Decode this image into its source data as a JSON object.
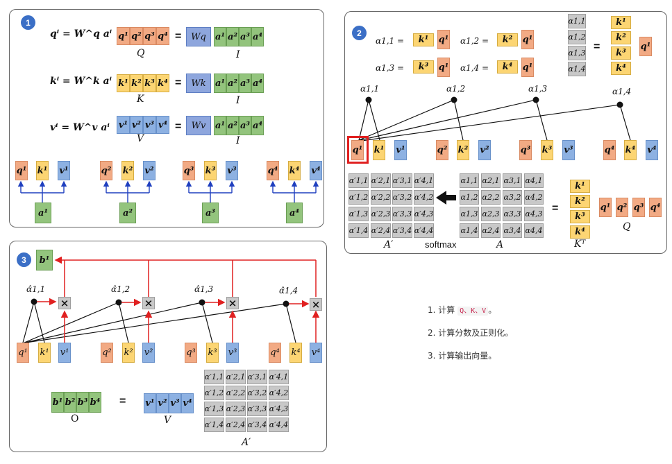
{
  "panel1": {
    "badge": "1",
    "eq_q": "qⁱ = W^q aⁱ",
    "eq_k": "kⁱ = W^k aⁱ",
    "eq_v": "vⁱ = W^v aⁱ",
    "q_row": [
      "q¹",
      "q²",
      "q³",
      "q⁴"
    ],
    "q_label": "Q",
    "k_row": [
      "k¹",
      "k²",
      "k³",
      "k⁴"
    ],
    "k_label": "K",
    "v_row": [
      "v¹",
      "v²",
      "v³",
      "v⁴"
    ],
    "v_label": "V",
    "wq": "Wq",
    "wk": "Wk",
    "wv": "Wv",
    "a_row": [
      "a¹",
      "a²",
      "a³",
      "a⁴"
    ],
    "i_label": "I",
    "equals": "=",
    "groups": [
      {
        "q": "q¹",
        "k": "k¹",
        "v": "v¹",
        "a": "a¹"
      },
      {
        "q": "q²",
        "k": "k²",
        "v": "v²",
        "a": "a²"
      },
      {
        "q": "q³",
        "k": "k³",
        "v": "v³",
        "a": "a³"
      },
      {
        "q": "q⁴",
        "k": "k⁴",
        "v": "v⁴",
        "a": "a⁴"
      }
    ]
  },
  "panel2": {
    "badge": "2",
    "scores": [
      {
        "lhs": "α1,1 =",
        "k": "k¹",
        "q": "q¹"
      },
      {
        "lhs": "α1,2 =",
        "k": "k²",
        "q": "q¹"
      },
      {
        "lhs": "α1,3 =",
        "k": "k³",
        "q": "q¹"
      },
      {
        "lhs": "α1,4 =",
        "k": "k⁴",
        "q": "q¹"
      }
    ],
    "alpha_col": [
      "α1,1",
      "α1,2",
      "α1,3",
      "α1,4"
    ],
    "k_col": [
      "k¹",
      "k²",
      "k³",
      "k⁴"
    ],
    "q_single": "q¹",
    "nodes": [
      "α1,1",
      "α1,2",
      "α1,3",
      "α1,4"
    ],
    "vectors": [
      {
        "q": "q¹",
        "k": "k¹",
        "v": "v¹"
      },
      {
        "q": "q²",
        "k": "k²",
        "v": "v²"
      },
      {
        "q": "q³",
        "k": "k³",
        "v": "v³"
      },
      {
        "q": "q⁴",
        "k": "k⁴",
        "v": "v⁴"
      }
    ],
    "aprime_matrix": [
      [
        "α′1,1",
        "α′2,1",
        "α′3,1",
        "α′4,1"
      ],
      [
        "α′1,2",
        "α′2,2",
        "α′3,2",
        "α′4,2"
      ],
      [
        "α′1,3",
        "α′2,3",
        "α′3,3",
        "α′4,3"
      ],
      [
        "α′1,4",
        "α′2,4",
        "α′3,4",
        "α′4,4"
      ]
    ],
    "a_matrix": [
      [
        "α1,1",
        "α2,1",
        "α3,1",
        "α4,1"
      ],
      [
        "α1,2",
        "α2,2",
        "α3,2",
        "α4,2"
      ],
      [
        "α1,3",
        "α2,3",
        "α3,3",
        "α4,3"
      ],
      [
        "α1,4",
        "α2,4",
        "α3,4",
        "α4,4"
      ]
    ],
    "aprime_label": "A′",
    "softmax": "softmax",
    "a_label": "A",
    "kt_label": "Kᵀ",
    "q_label": "Q",
    "q_row": [
      "q¹",
      "q²",
      "q³",
      "q⁴"
    ]
  },
  "panel3": {
    "badge": "3",
    "output": "b¹",
    "nodes": [
      "α̂1,1",
      "α̂1,2",
      "α̂1,3",
      "α̂1,4"
    ],
    "vectors": [
      {
        "q": "q¹",
        "k": "k¹",
        "v": "v¹"
      },
      {
        "q": "q²",
        "k": "k²",
        "v": "v²"
      },
      {
        "q": "q³",
        "k": "k³",
        "v": "v³"
      },
      {
        "q": "q⁴",
        "k": "k⁴",
        "v": "v⁴"
      }
    ],
    "b_row": [
      "b¹",
      "b²",
      "b³",
      "b⁴"
    ],
    "o_label": "O",
    "v_row": [
      "v¹",
      "v²",
      "v³",
      "v⁴"
    ],
    "v_label": "V",
    "aprime_matrix": [
      [
        "α′1,1",
        "α′2,1",
        "α′3,1",
        "α′4,1"
      ],
      [
        "α′1,2",
        "α′2,2",
        "α′3,2",
        "α′4,2"
      ],
      [
        "α′1,3",
        "α′2,3",
        "α′3,3",
        "α′4,3"
      ],
      [
        "α′1,4",
        "α′2,4",
        "α′3,4",
        "α′4,4"
      ]
    ],
    "aprime_label": "A′",
    "times": "×"
  },
  "steps": [
    {
      "num": "1.",
      "pre": "计算",
      "code": "Q、K、V",
      "post": "。"
    },
    {
      "num": "2.",
      "text": "计算分数及正则化。"
    },
    {
      "num": "3.",
      "text": "计算输出向量。"
    }
  ],
  "colors": {
    "query": "#f2aa84",
    "key": "#fcd573",
    "value": "#8db1e2",
    "input": "#93c47d",
    "weight": "#8ea6dd",
    "score": "#c8c8c8",
    "arrow_red": "#e02020",
    "arrow_blue": "#1f3fbf",
    "badge": "#3b6fc6"
  }
}
